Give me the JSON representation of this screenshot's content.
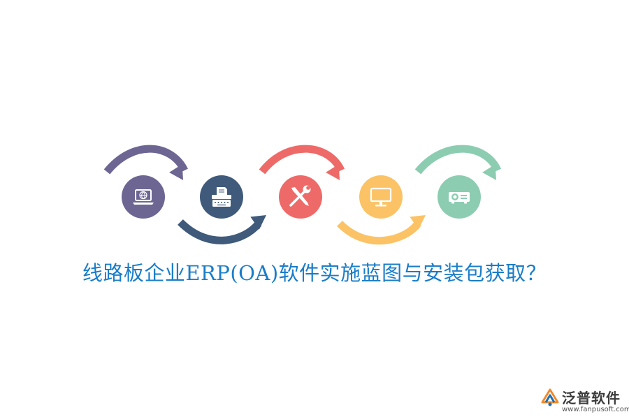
{
  "colors": {
    "purple": "#6d6592",
    "navy": "#3f5a7a",
    "red": "#ee6a68",
    "yellow": "#fbc366",
    "green": "#8ccdb1",
    "title": "#1a7dc8",
    "logo_orange": "#f08a2c",
    "logo_blue": "#1c6fb3"
  },
  "steps": [
    {
      "icon": "laptop-globe-icon",
      "color": "#6d6592"
    },
    {
      "icon": "typewriter-icon",
      "color": "#3f5a7a"
    },
    {
      "icon": "tools-icon",
      "color": "#ee6a68"
    },
    {
      "icon": "monitor-icon",
      "color": "#fbc366"
    },
    {
      "icon": "projector-icon",
      "color": "#8ccdb1"
    }
  ],
  "title": "线路板企业ERP(OA)软件实施蓝图与安装包获取？",
  "logo": {
    "name": "泛普软件",
    "url": "www.fanpusoft.com"
  }
}
